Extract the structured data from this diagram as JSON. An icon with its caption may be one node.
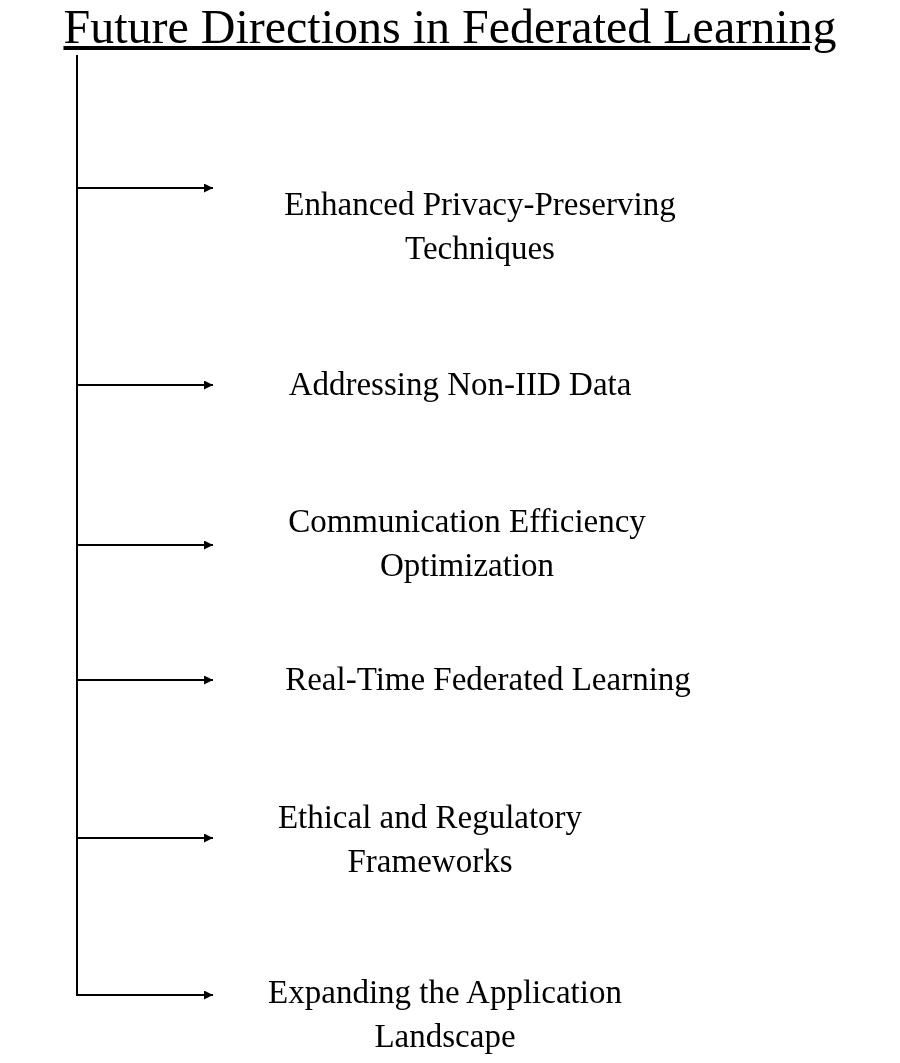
{
  "diagram": {
    "nodes": [
      {
        "text": [
          "Future Directions in Federated Learning"
        ]
      },
      {
        "text": [
          "Enhanced Privacy-Preserving Techniques"
        ]
      },
      {
        "text": [
          "Addressing Non-IID Data"
        ]
      },
      {
        "text": [
          "Communication Efficiency Optimization"
        ]
      },
      {
        "text": [
          "Real-Time Federated Learning"
        ]
      },
      {
        "text": [
          "Ethical and Regulatory Frameworks"
        ]
      },
      {
        "text": [
          "Expanding the Application Landscape"
        ]
      }
    ],
    "edges": [
      {
        "from": 0,
        "to": 1,
        "arrow": "to"
      },
      {
        "from": 0,
        "to": 2,
        "arrow": "to"
      },
      {
        "from": 0,
        "to": 3,
        "arrow": "to"
      },
      {
        "from": 0,
        "to": 4,
        "arrow": "to"
      },
      {
        "from": 0,
        "to": 5,
        "arrow": "to"
      },
      {
        "from": 0,
        "to": 6,
        "arrow": "to"
      }
    ]
  }
}
